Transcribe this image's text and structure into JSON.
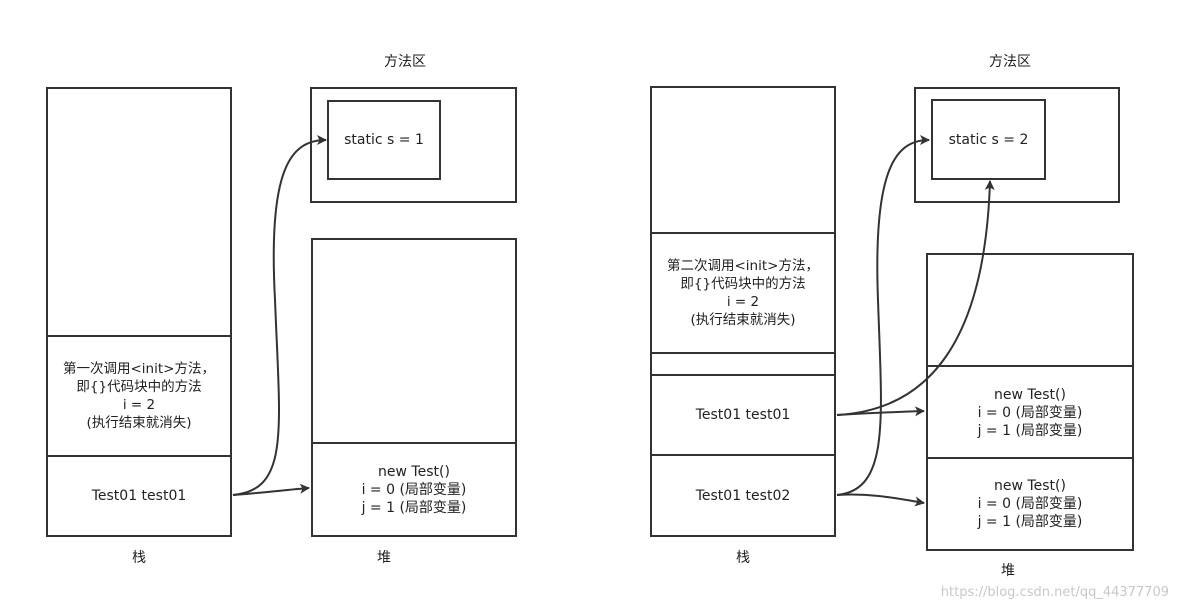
{
  "left": {
    "method_area_title": "方法区",
    "static_var": "static s = 1",
    "stack_frame": {
      "line1": "第一次调用<init>方法，",
      "line2": "即{}代码块中的方法",
      "line3": "i = 2",
      "line4": "(执行结束就消失)"
    },
    "stack_ref": "Test01 test01",
    "heap_obj": {
      "line1": "new Test()",
      "line2": "i = 0  (局部变量)",
      "line3": "j = 1  (局部变量)"
    },
    "stack_label": "栈",
    "heap_label": "堆"
  },
  "right": {
    "method_area_title": "方法区",
    "static_var": "static s = 2",
    "stack_frame": {
      "line1": "第二次调用<init>方法，",
      "line2": "即{}代码块中的方法",
      "line3": "i = 2",
      "line4": "(执行结束就消失)"
    },
    "stack_ref1": "Test01 test01",
    "stack_ref2": "Test01 test02",
    "heap_obj1": {
      "line1": "new Test()",
      "line2": "i = 0  (局部变量)",
      "line3": "j = 1  (局部变量)"
    },
    "heap_obj2": {
      "line1": "new Test()",
      "line2": "i = 0  (局部变量)",
      "line3": "j = 1  (局部变量)"
    },
    "stack_label": "栈",
    "heap_label": "堆"
  },
  "watermark": "https://blog.csdn.net/qq_44377709",
  "colors": {
    "stroke": "#333333",
    "watermark": "#c8c8c8"
  }
}
